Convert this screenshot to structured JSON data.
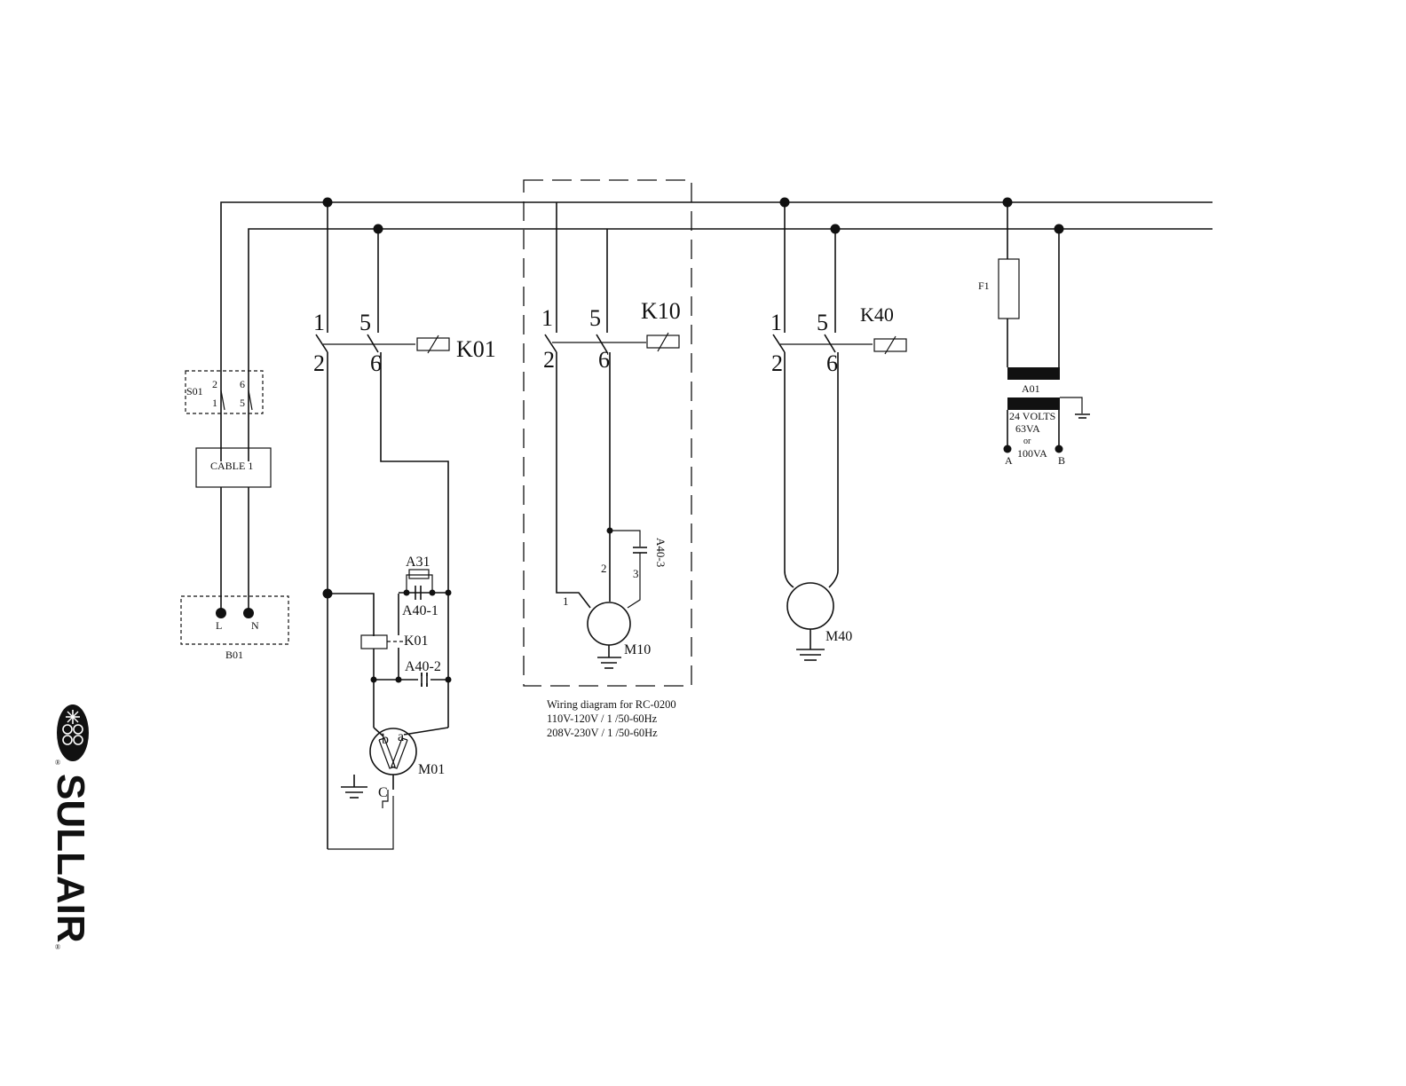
{
  "brand": {
    "name": "SULLAIR",
    "mark": "®"
  },
  "labels": {
    "s01": "S01",
    "s01_t2": "2",
    "s01_t6": "6",
    "s01_t1": "1",
    "s01_t5": "5",
    "cable": "CABLE 1",
    "b01": "B01",
    "l": "L",
    "n": "N",
    "k01_c1": "1",
    "k01_c5": "5",
    "k01_c2": "2",
    "k01_c6": "6",
    "k01": "K01",
    "k10_c1": "1",
    "k10_c5": "5",
    "k10_c2": "2",
    "k10_c6": "6",
    "k10": "K10",
    "k40_c1": "1",
    "k40_c5": "5",
    "k40_c2": "2",
    "k40_c6": "6",
    "k40": "K40",
    "a31": "A31",
    "a40_1": "A40-1",
    "k01_coil": "K01",
    "a40_2": "A40-2",
    "m01": "M01",
    "m01_b": "b",
    "m01_a": "a",
    "m01_c": "C",
    "a40_3": "A40-3",
    "m10_t1": "1",
    "m10_t2": "2",
    "m10_t3": "3",
    "m10": "M10",
    "m40": "M40",
    "f1": "F1",
    "a01": "A01",
    "tr_line1": "24 VOLTS",
    "tr_line2": "63VA",
    "tr_line3": "or",
    "tr_line4": "100VA",
    "tr_a": "A",
    "tr_b": "B"
  },
  "note": {
    "line1": "Wiring diagram for RC-0200",
    "line2": "110V-120V  / 1 /50-60Hz",
    "line3": "208V-230V / 1 /50-60Hz"
  }
}
